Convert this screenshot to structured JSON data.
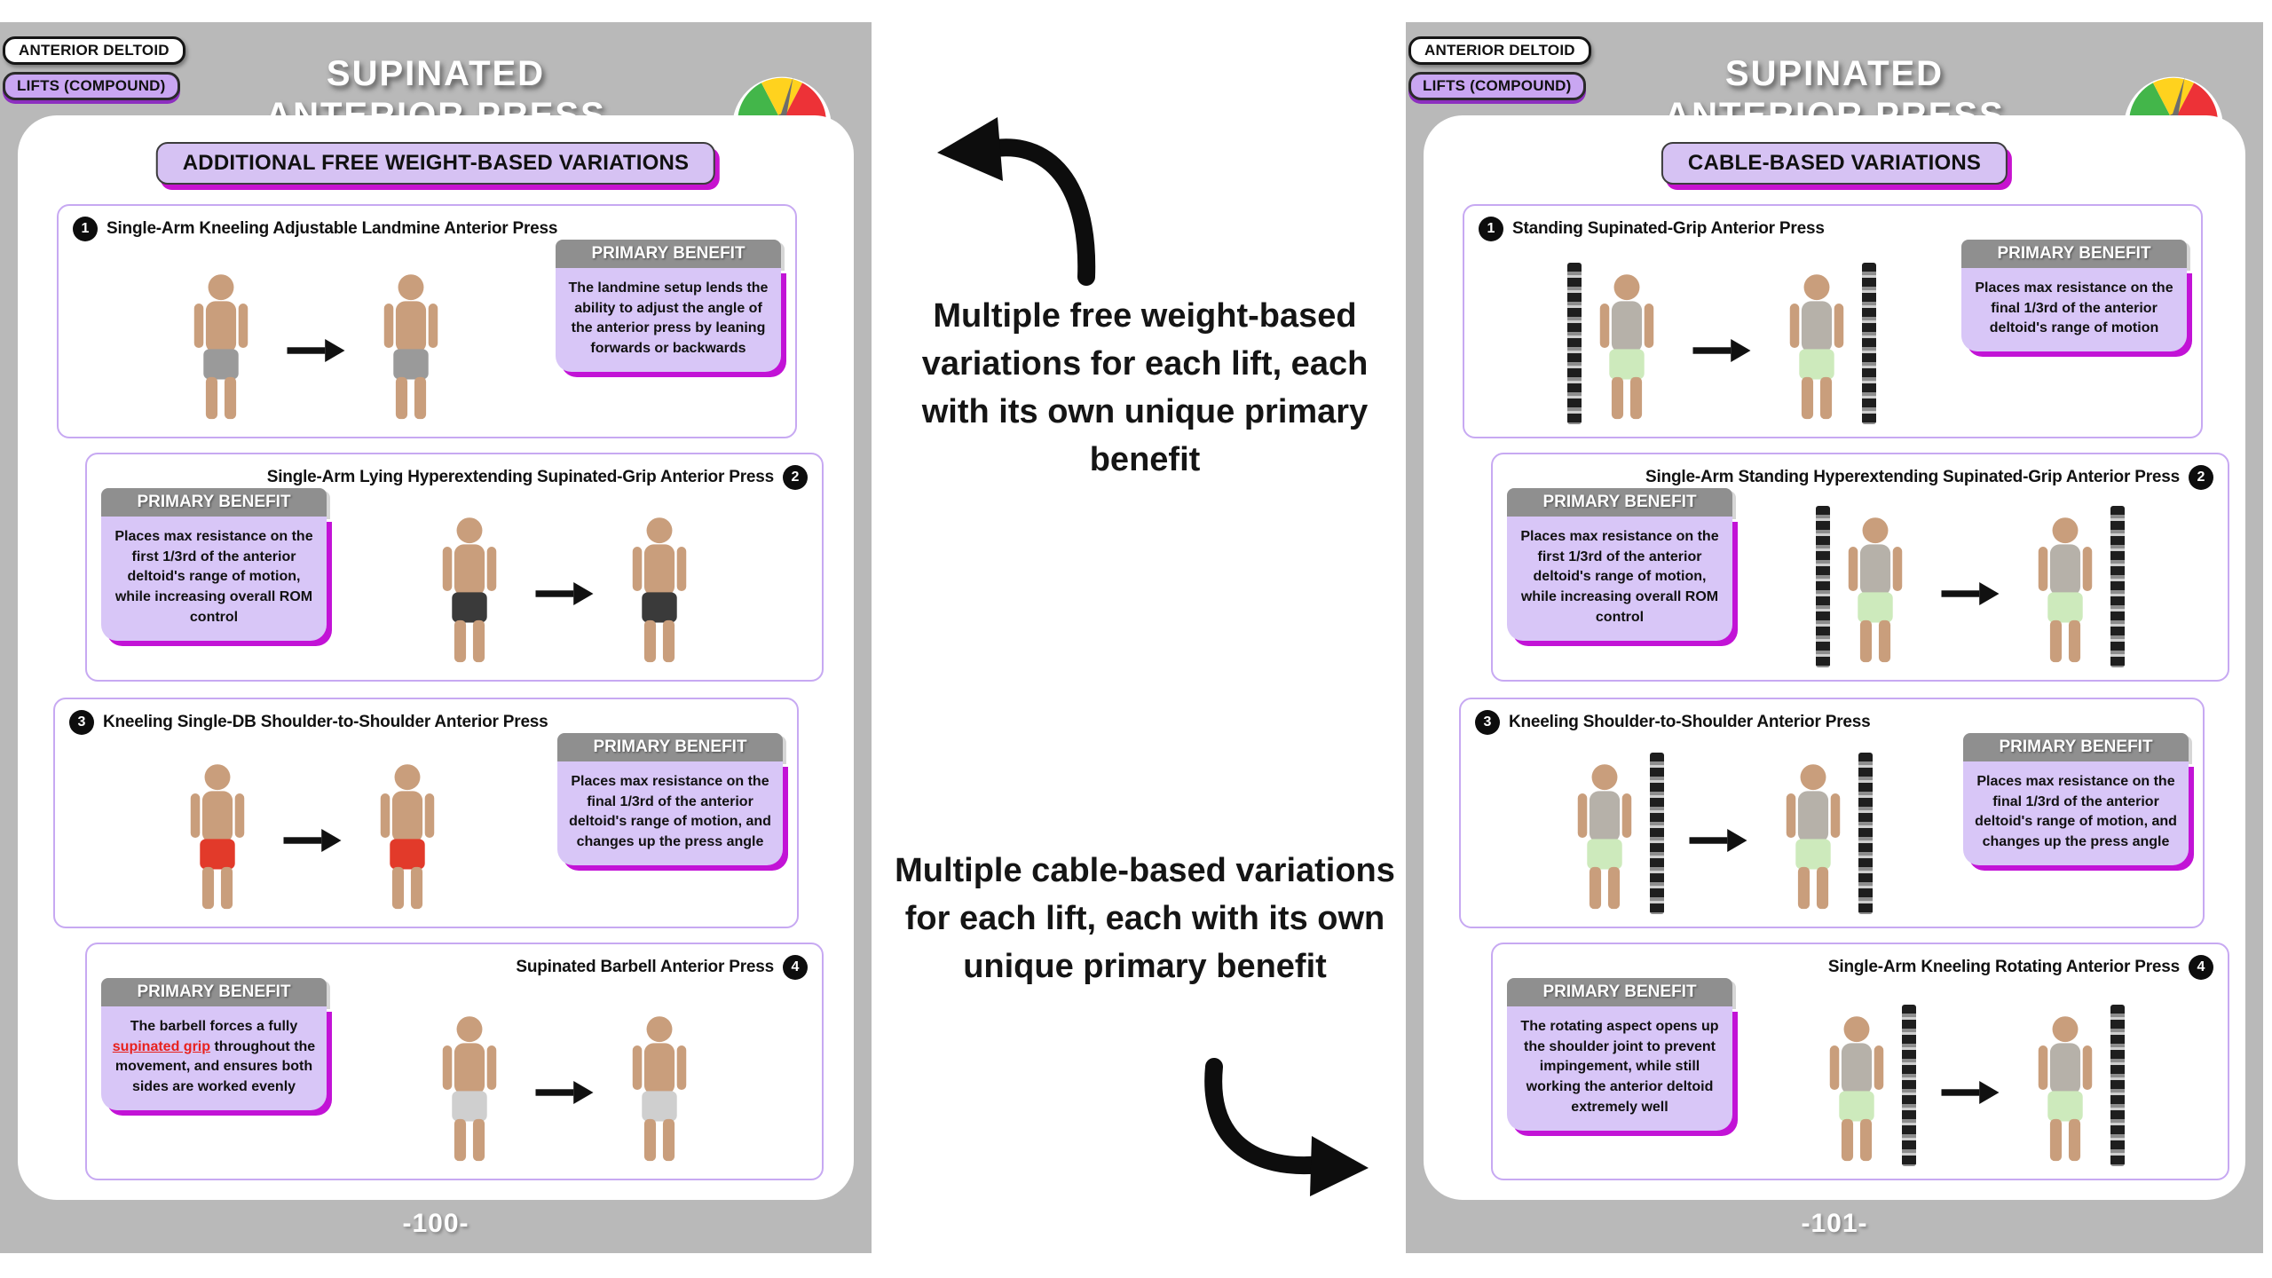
{
  "pages": [
    {
      "muscle_badge": "ANTERIOR DELTOID",
      "category_badge": "LIFTS (COMPOUND)",
      "title_lines": [
        "SUPINATED",
        "ANTERIOR PRESS"
      ],
      "section_title": "ADDITIONAL FREE WEIGHT-BASED VARIATIONS",
      "page_number": "-100-",
      "exercises": [
        {
          "number": "1",
          "name": "Single-Arm Kneeling Adjustable Landmine Anterior Press",
          "benefit_label": "PRIMARY BENEFIT",
          "benefit_parts": [
            {
              "text": "The landmine setup lends the ability to adjust the angle of the anterior press by leaning forwards or backwards"
            }
          ],
          "figure_shorts": "#9a9a9a"
        },
        {
          "number": "2",
          "name": "Single-Arm Lying Hyperextending Supinated-Grip Anterior Press",
          "benefit_label": "PRIMARY BENEFIT",
          "benefit_parts": [
            {
              "text": "Places max resistance on the first 1/3rd of the anterior deltoid's range of motion, while increasing overall ROM control"
            }
          ],
          "figure_shorts": "#3a3a3a"
        },
        {
          "number": "3",
          "name": "Kneeling Single-DB Shoulder-to-Shoulder Anterior Press",
          "benefit_label": "PRIMARY BENEFIT",
          "benefit_parts": [
            {
              "text": "Places max resistance on the final 1/3rd of the anterior deltoid's range of motion, and changes up the press angle"
            }
          ],
          "figure_shorts": "#e23a2a"
        },
        {
          "number": "4",
          "name": "Supinated Barbell Anterior Press",
          "benefit_label": "PRIMARY BENEFIT",
          "benefit_parts": [
            {
              "text": "The barbell forces a fully "
            },
            {
              "text": "supinated grip",
              "style": "red-underline"
            },
            {
              "text": " throughout the movement, and ensures both sides are worked evenly"
            }
          ],
          "figure_shorts": "#cfcfcf"
        }
      ]
    },
    {
      "muscle_badge": "ANTERIOR DELTOID",
      "category_badge": "LIFTS (COMPOUND)",
      "title_lines": [
        "SUPINATED",
        "ANTERIOR PRESS"
      ],
      "section_title": "CABLE-BASED VARIATIONS",
      "page_number": "-101-",
      "exercises": [
        {
          "number": "1",
          "name": "Standing Supinated-Grip Anterior Press",
          "benefit_label": "PRIMARY BENEFIT",
          "benefit_parts": [
            {
              "text": "Places max resistance on the final 1/3rd of the anterior deltoid's range of motion"
            }
          ],
          "figure_shorts": "#cdeabc"
        },
        {
          "number": "2",
          "name": "Single-Arm Standing Hyperextending Supinated-Grip Anterior Press",
          "benefit_label": "PRIMARY BENEFIT",
          "benefit_parts": [
            {
              "text": "Places max resistance on the first 1/3rd of the anterior deltoid's range of motion, while increasing overall ROM control"
            }
          ],
          "figure_shorts": "#cdeabc"
        },
        {
          "number": "3",
          "name": "Kneeling Shoulder-to-Shoulder Anterior Press",
          "benefit_label": "PRIMARY BENEFIT",
          "benefit_parts": [
            {
              "text": "Places max resistance on the final 1/3rd of the anterior deltoid's range of motion, and changes up the press angle"
            }
          ],
          "figure_shorts": "#cdeabc"
        },
        {
          "number": "4",
          "name": "Single-Arm Kneeling Rotating Anterior Press",
          "benefit_label": "PRIMARY BENEFIT",
          "benefit_parts": [
            {
              "text": "The rotating aspect opens up the shoulder joint to prevent impingement, while still working the anterior deltoid extremely well"
            }
          ],
          "figure_shorts": "#cdeabc"
        }
      ]
    }
  ],
  "annotations": {
    "top_note": "Multiple free weight-based variations for each lift, each with its own unique primary benefit",
    "bottom_note": "Multiple cable-based variations for each lift, each with its own unique primary benefit"
  },
  "colors": {
    "page_background": "#b9b9b9",
    "accent_purple": "#c9a6f2",
    "accent_magenta_shadow": "#c213d6",
    "benefit_header_gray": "#8f8f8f",
    "highlight_red": "#e8211d",
    "gauge_green": "#43b64a",
    "gauge_yellow": "#ffd21e",
    "gauge_red": "#ed3237"
  }
}
